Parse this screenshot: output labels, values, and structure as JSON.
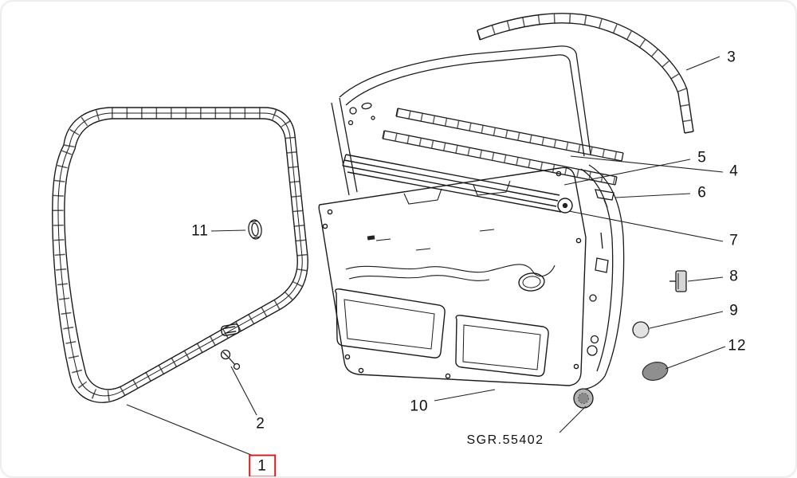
{
  "diagram": {
    "description": "exploded parts diagram of a car door: aperture seal, glass run channels, rails, clips, grommets and inner door panel",
    "part_code": "SGR.55402",
    "callouts": [
      {
        "num": "1",
        "selected": true
      },
      {
        "num": "2",
        "selected": false
      },
      {
        "num": "3",
        "selected": false
      },
      {
        "num": "4",
        "selected": false
      },
      {
        "num": "5",
        "selected": false
      },
      {
        "num": "6",
        "selected": false
      },
      {
        "num": "7",
        "selected": false
      },
      {
        "num": "8",
        "selected": false
      },
      {
        "num": "9",
        "selected": false
      },
      {
        "num": "10",
        "selected": false
      },
      {
        "num": "11",
        "selected": false
      },
      {
        "num": "12",
        "selected": false
      }
    ],
    "colors": {
      "line": "#1b1b1b",
      "highlight_box": "#cc2222",
      "shaded_plug": "#8f8f8f",
      "background": "#ffffff"
    }
  }
}
